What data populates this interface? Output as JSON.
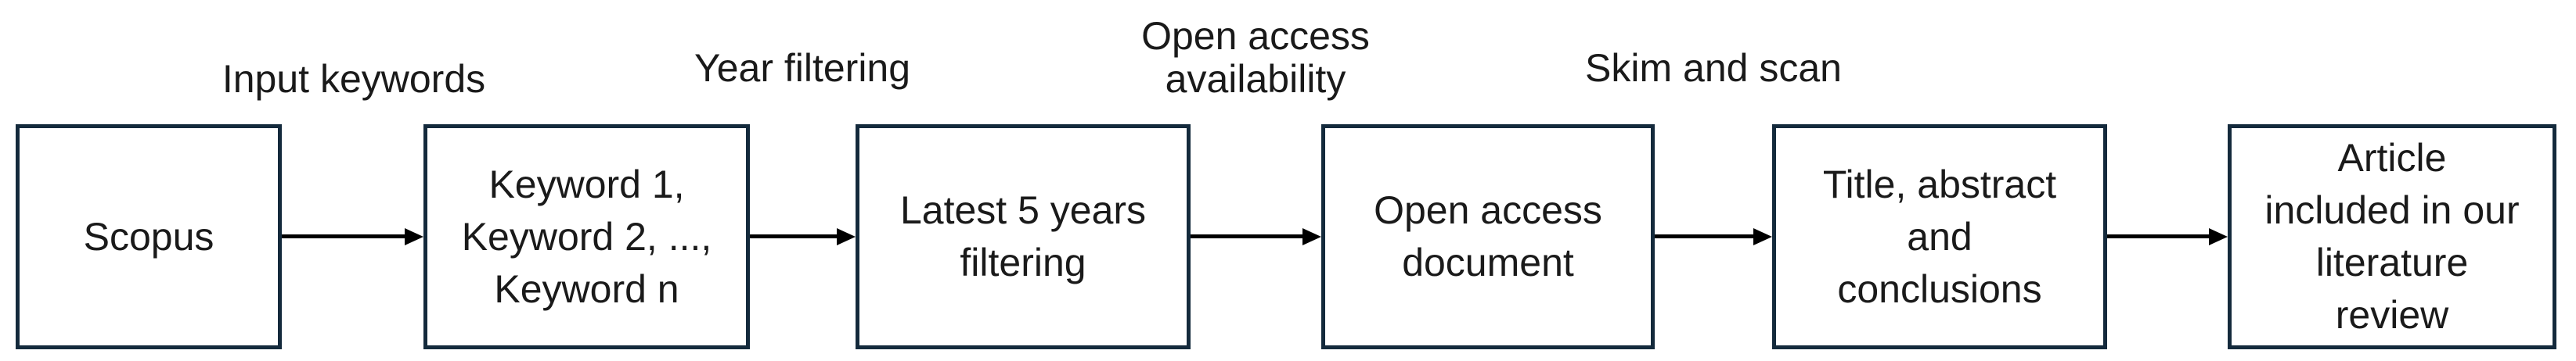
{
  "diagram": {
    "type": "flowchart",
    "direction": "left-to-right",
    "colors": {
      "background": "#FFFFFF",
      "box_border": "#142A3C",
      "box_fill": "#FFFFFF",
      "arrow": "#000000",
      "text": "#1A1A1A"
    },
    "boxes": [
      {
        "label": "Scopus"
      },
      {
        "label": "Keyword 1,\nKeyword 2, ...,\nKeyword n"
      },
      {
        "label": "Latest 5 years\nfiltering"
      },
      {
        "label": "Open access\ndocument"
      },
      {
        "label": "Title, abstract\nand\nconclusions"
      },
      {
        "label": "Article\nincluded in our\nliterature\nreview"
      }
    ],
    "arrow_labels": [
      {
        "label": "Input keywords"
      },
      {
        "label": "Year filtering"
      },
      {
        "label": "Open access\navailability"
      },
      {
        "label": "Skim and scan"
      }
    ]
  }
}
